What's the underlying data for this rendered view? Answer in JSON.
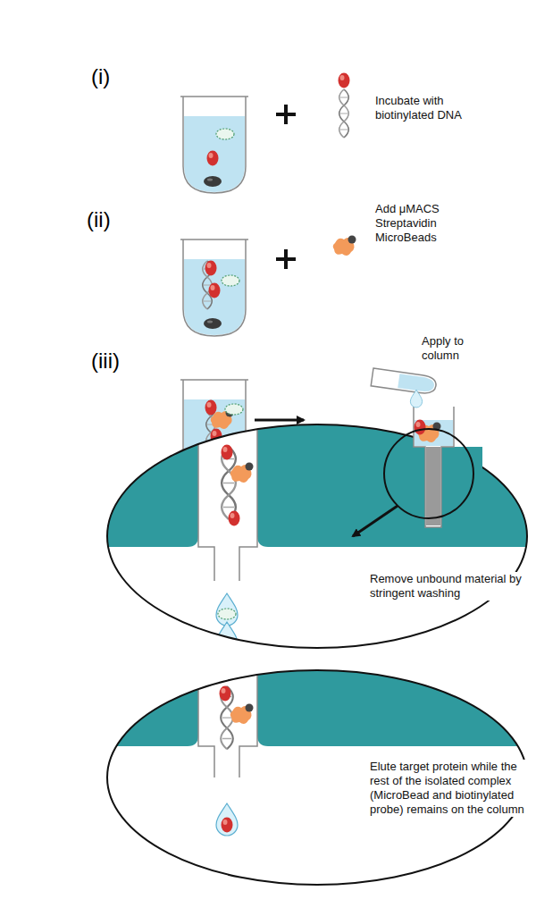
{
  "diagram": {
    "labels": [
      "(i)",
      "Incubate with biotinylated DNA",
      "(ii)",
      "Add μMACS Streptavidin MicroBeads",
      "(iii)",
      "Apply to column",
      "Remove unbound material by stringent washing",
      "Elute target protein while the rest of the isolated complex (MicroBead and biotinylated probe) remains on the column"
    ]
  }
}
